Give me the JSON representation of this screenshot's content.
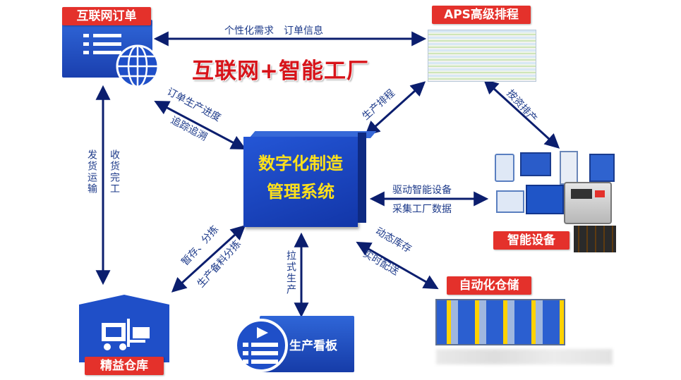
{
  "headline": "互联网+智能工厂",
  "center": {
    "line1": "数字化制造",
    "line2": "管理系统"
  },
  "nodes": {
    "internet_order": "互联网订单",
    "aps": "APS高级排程",
    "smart_equipment": "智能设备",
    "auto_storage": "自动化仓储",
    "production_board": "生产看板",
    "lean_warehouse": "精益仓库"
  },
  "edges": {
    "order_aps": "个性化需求　订单信息",
    "order_center_1": "订单生产进度",
    "order_center_2": "追踪追溯",
    "aps_center": "生产排程",
    "aps_equipment": "按资排产",
    "order_warehouse_left": "发货运输",
    "order_warehouse_right": "收货完工",
    "center_equipment_1": "驱动智能设备",
    "center_equipment_2": "采集工厂数据",
    "center_storage_1": "动态库存",
    "center_storage_2": "实时配送",
    "center_board": "拉式生产",
    "center_warehouse_1": "暂存、分拣",
    "center_warehouse_2": "生产备料分拣"
  },
  "colors": {
    "accent_red": "#e4312b",
    "navy": "#1d3a8a",
    "box_blue": "#1847c4",
    "yellow": "#ffe11a",
    "headline_red": "#d7141a"
  }
}
